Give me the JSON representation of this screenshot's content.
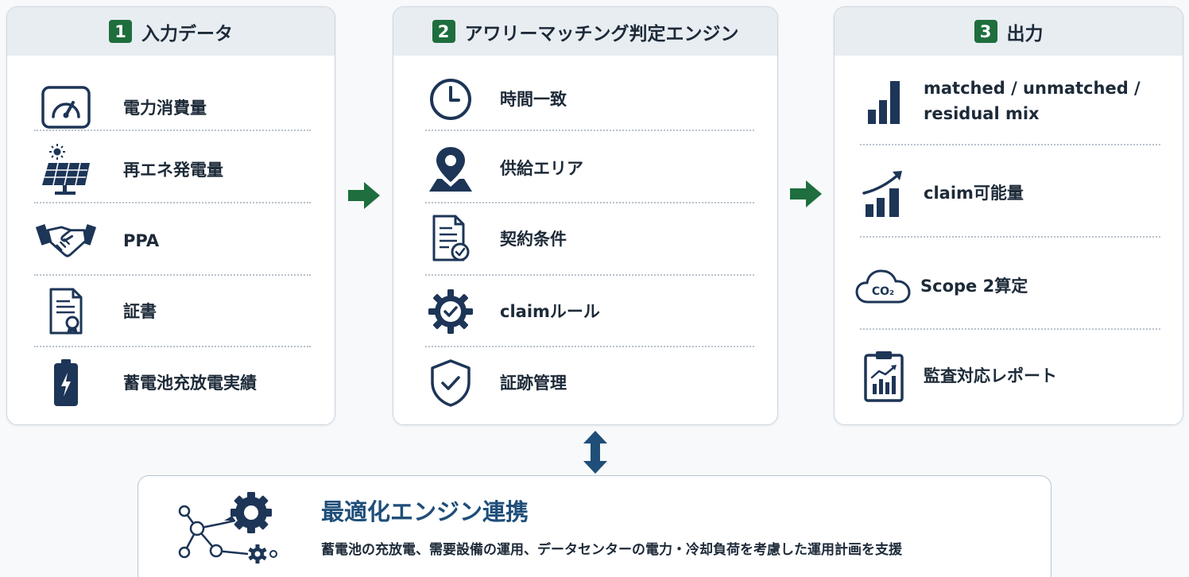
{
  "colors": {
    "accent_green": "#1e6e3e",
    "icon_navy": "#1d3557",
    "title_blue": "#1f4e79"
  },
  "panel1": {
    "number": "1",
    "title": "入力データ",
    "items": [
      {
        "icon": "speedometer-icon",
        "label": "電力消費量"
      },
      {
        "icon": "solar-panel-icon",
        "label": "再エネ発電量"
      },
      {
        "icon": "handshake-icon",
        "label": "PPA"
      },
      {
        "icon": "certificate-icon",
        "label": "証書"
      },
      {
        "icon": "battery-icon",
        "label": "蓄電池充放電実績"
      }
    ]
  },
  "panel2": {
    "number": "2",
    "title": "アワリーマッチング判定エンジン",
    "items": [
      {
        "icon": "clock-icon",
        "label": "時間一致"
      },
      {
        "icon": "map-pin-icon",
        "label": "供給エリア"
      },
      {
        "icon": "contract-icon",
        "label": "契約条件"
      },
      {
        "icon": "gear-check-icon",
        "label": "claimルール"
      },
      {
        "icon": "shield-check-icon",
        "label": "証跡管理"
      }
    ]
  },
  "panel3": {
    "number": "3",
    "title": "出力",
    "items": [
      {
        "icon": "bar-chart-icon",
        "label_line1": "matched / unmatched /",
        "label_line2": "residual mix"
      },
      {
        "icon": "growth-chart-icon",
        "label": "claim可能量"
      },
      {
        "icon": "co2-cloud-icon",
        "label": "Scope 2算定",
        "icon_text": "CO₂"
      },
      {
        "icon": "clipboard-chart-icon",
        "label": "監査対応レポート"
      }
    ]
  },
  "bottom": {
    "icon": "network-gear-icon",
    "title": "最適化エンジン連携",
    "description": "蓄電池の充放電、需要設備の運用、データセンターの電力・冷却負荷を考慮した運用計画を支援"
  }
}
